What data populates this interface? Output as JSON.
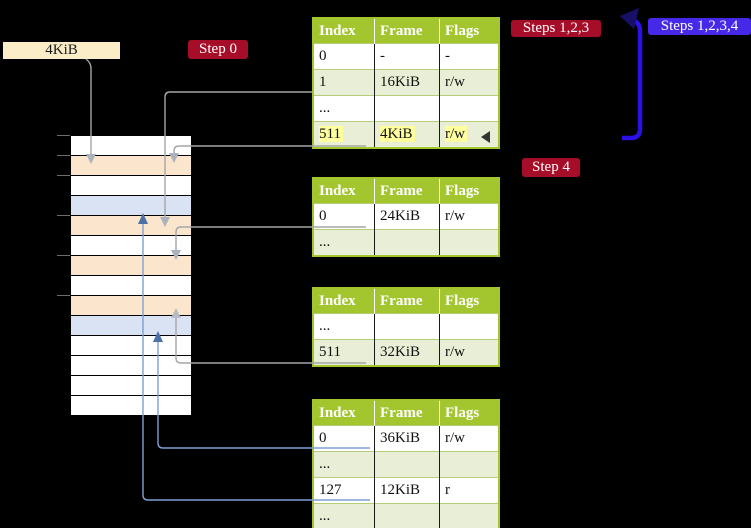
{
  "colors": {
    "background": "#000000",
    "badge_red": "#a50d28",
    "badge_blue": "#4629e8",
    "table_header_green": "#a3c62f",
    "table_row_green": "#e9efd6",
    "highlight_yellow": "#ffff9e",
    "memory_frame_peach": "#fce5cd",
    "memory_frame_blue": "#dae3f3",
    "frame_label_cream": "#fbedc8",
    "gray_connector": "#a6a6a6",
    "blue_connector": "#7f9fd4",
    "blue_arrowhead": "#4a72a8",
    "big_arrow_blue": "#2a12e6"
  },
  "frame_label": {
    "text": "4KiB"
  },
  "badges": {
    "step0": "Step 0",
    "steps123": "Steps 1,2,3",
    "steps1234": "Steps 1,2,3,4",
    "step4": "Step 4"
  },
  "memory_column": {
    "row_colors": [
      "white",
      "peach",
      "white",
      "blue",
      "peach",
      "white",
      "peach",
      "white",
      "peach",
      "blue",
      "white",
      "white",
      "white",
      "white"
    ]
  },
  "tables": [
    {
      "id": "page-table-level-top",
      "headers": [
        "Index",
        "Frame",
        "Flags"
      ],
      "rows": [
        {
          "index": "0",
          "frame": "-",
          "flags": "-",
          "shade": false,
          "highlight": false
        },
        {
          "index": "1",
          "frame": "16KiB",
          "flags": "r/w",
          "shade": true,
          "highlight": false
        },
        {
          "index": "...",
          "frame": "",
          "flags": "",
          "shade": false,
          "highlight": false
        },
        {
          "index": "511",
          "frame": "4KiB",
          "flags": "r/w",
          "shade": true,
          "highlight": true
        }
      ]
    },
    {
      "id": "page-table-second",
      "headers": [
        "Index",
        "Frame",
        "Flags"
      ],
      "rows": [
        {
          "index": "0",
          "frame": "24KiB",
          "flags": "r/w",
          "shade": false,
          "highlight": false
        },
        {
          "index": "...",
          "frame": "",
          "flags": "",
          "shade": true,
          "highlight": false
        }
      ]
    },
    {
      "id": "page-table-third",
      "headers": [
        "Index",
        "Frame",
        "Flags"
      ],
      "rows": [
        {
          "index": "...",
          "frame": "",
          "flags": "",
          "shade": false,
          "highlight": false
        },
        {
          "index": "511",
          "frame": "32KiB",
          "flags": "r/w",
          "shade": true,
          "highlight": false
        }
      ]
    },
    {
      "id": "page-table-leaf",
      "headers": [
        "Index",
        "Frame",
        "Flags"
      ],
      "rows": [
        {
          "index": "0",
          "frame": "36KiB",
          "flags": "r/w",
          "shade": false,
          "highlight": false
        },
        {
          "index": "...",
          "frame": "",
          "flags": "",
          "shade": true,
          "highlight": false
        },
        {
          "index": "127",
          "frame": "12KiB",
          "flags": "r",
          "shade": false,
          "highlight": false
        },
        {
          "index": "...",
          "frame": "",
          "flags": "",
          "shade": true,
          "highlight": false
        }
      ]
    }
  ]
}
